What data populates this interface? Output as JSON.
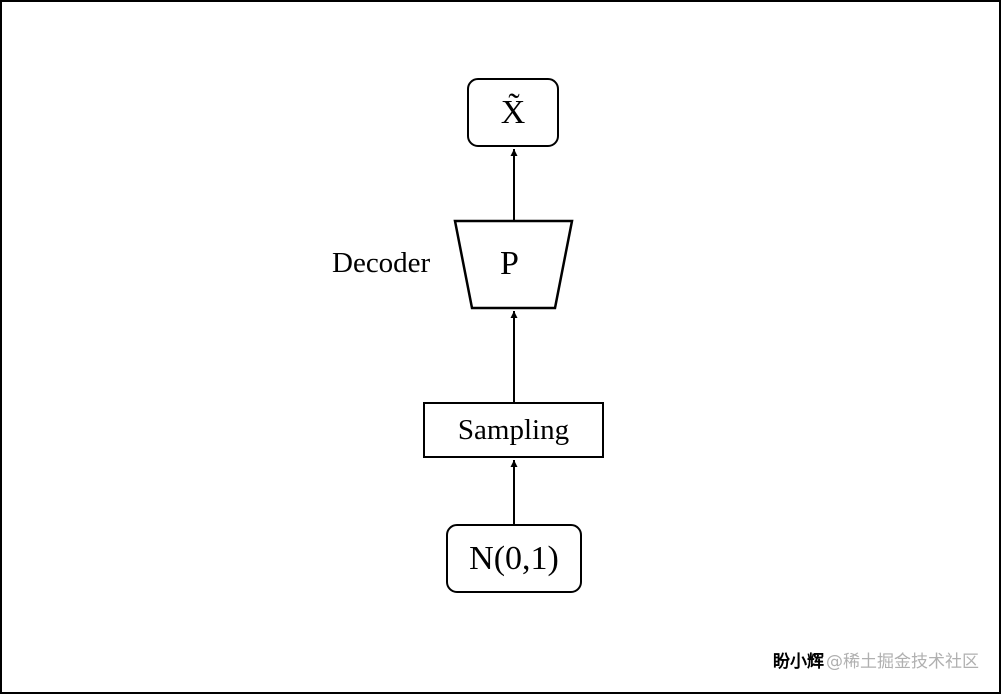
{
  "diagram": {
    "nodes": {
      "output": "X̃",
      "decoder_label": "Decoder",
      "decoder_symbol": "P",
      "sampling": "Sampling",
      "prior": "N(0,1)"
    },
    "edges": [
      {
        "from": "prior",
        "to": "sampling"
      },
      {
        "from": "sampling",
        "to": "decoder"
      },
      {
        "from": "decoder",
        "to": "output"
      }
    ],
    "colors": {
      "stroke": "#000000",
      "background": "#ffffff"
    }
  },
  "watermark": {
    "handwritten": "盼小辉",
    "text": "@稀土掘金技术社区"
  }
}
